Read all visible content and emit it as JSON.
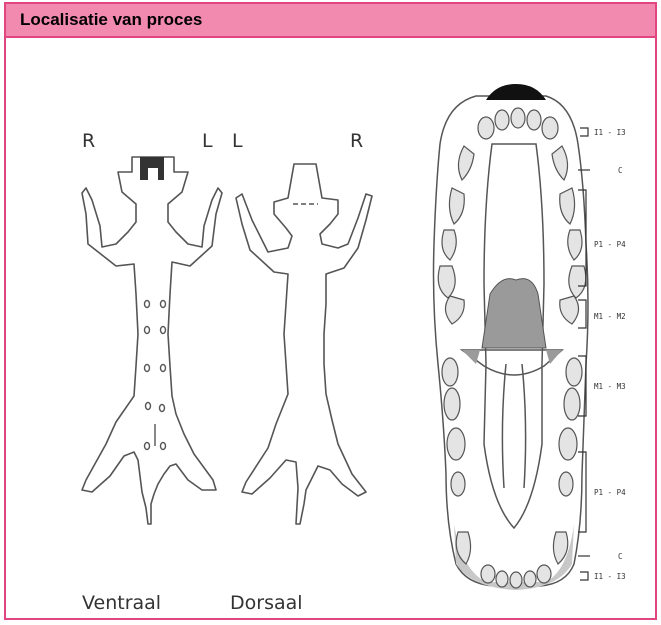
{
  "header": {
    "title": "Localisatie van proces"
  },
  "body_chart": {
    "ventral": {
      "side_left": "R",
      "side_right": "L",
      "caption": "Ventraal"
    },
    "dorsal": {
      "side_left": "L",
      "side_right": "R",
      "caption": "Dorsaal"
    }
  },
  "dental_chart": {
    "labels": [
      "I1 - I3",
      "C",
      "P1 - P4",
      "M1 - M2",
      "M1 - M3",
      "P1 - P4",
      "C",
      "I1 - I3"
    ]
  },
  "colors": {
    "header_bg": "#f289ae",
    "border": "#e0467f",
    "shade": "#9a9a9a"
  }
}
